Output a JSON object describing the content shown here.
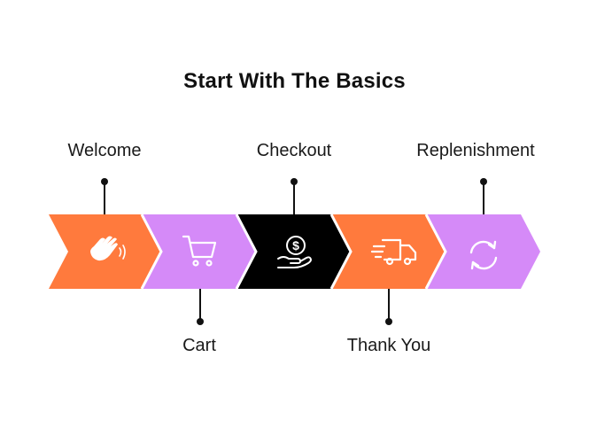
{
  "title": "Start With The Basics",
  "colors": {
    "orange": "#FF7A3D",
    "purple": "#D58AF8",
    "black": "#000000",
    "icon": "#FFFFFF",
    "connector": "#111111"
  },
  "steps": [
    {
      "label": "Welcome",
      "icon": "waving-hand-icon",
      "color": "orange",
      "label_position": "top"
    },
    {
      "label": "Cart",
      "icon": "shopping-cart-icon",
      "color": "purple",
      "label_position": "bottom"
    },
    {
      "label": "Checkout",
      "icon": "money-hand-icon",
      "color": "black",
      "label_position": "top"
    },
    {
      "label": "Thank You",
      "icon": "delivery-truck-icon",
      "color": "orange",
      "label_position": "bottom"
    },
    {
      "label": "Replenishment",
      "icon": "refresh-icon",
      "color": "purple",
      "label_position": "top"
    }
  ]
}
